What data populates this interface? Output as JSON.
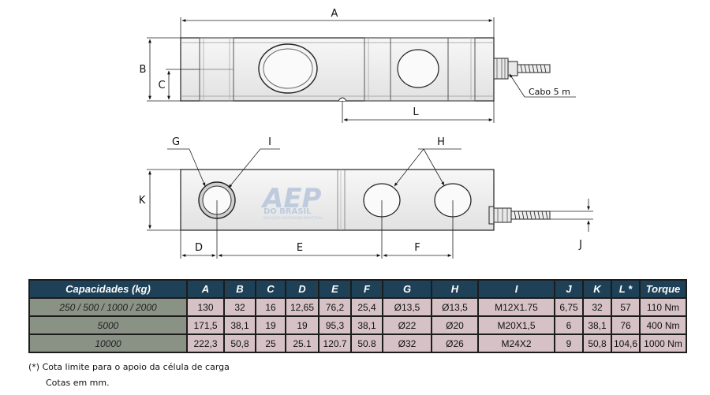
{
  "top_view": {
    "labels": {
      "A": "A",
      "B": "B",
      "C": "C",
      "L": "L"
    },
    "cable_label": "Cabo 5 m"
  },
  "bottom_view": {
    "labels": {
      "G": "G",
      "I": "I",
      "H": "H",
      "K": "K",
      "D": "D",
      "E": "E",
      "F": "F",
      "J": "J"
    }
  },
  "watermark": {
    "big": "AEP",
    "small": "DO BRASIL",
    "tiny": "SOLUÇÕES EM PESAGEM INDUSTRIAL"
  },
  "colors": {
    "header": "#1e4158",
    "capacity_cell": "#8a9185",
    "value_cell": "#d6c2c6",
    "drawing_fill": "#ededed"
  },
  "table": {
    "headers": [
      "Capacidades (kg)",
      "A",
      "B",
      "C",
      "D",
      "E",
      "F",
      "G",
      "H",
      "I",
      "J",
      "K",
      "L *",
      "Torque"
    ],
    "rows": [
      [
        "250 / 500 / 1000 / 2000",
        "130",
        "32",
        "16",
        "12,65",
        "76,2",
        "25,4",
        "Ø13,5",
        "Ø13,5",
        "M12X1.75",
        "6,75",
        "32",
        "57",
        "110 Nm"
      ],
      [
        "5000",
        "171,5",
        "38,1",
        "19",
        "19",
        "95,3",
        "38,1",
        "Ø22",
        "Ø20",
        "M20X1,5",
        "6",
        "38,1",
        "76",
        "400 Nm"
      ],
      [
        "10000",
        "222,3",
        "50,8",
        "25",
        "25.1",
        "120.7",
        "50.8",
        "Ø32",
        "Ø26",
        "M24X2",
        "9",
        "50,8",
        "104,6",
        "1000 Nm"
      ]
    ]
  },
  "notes": [
    "(*) Cota limite para o apoio da célula de carga",
    "Cotas em mm."
  ]
}
